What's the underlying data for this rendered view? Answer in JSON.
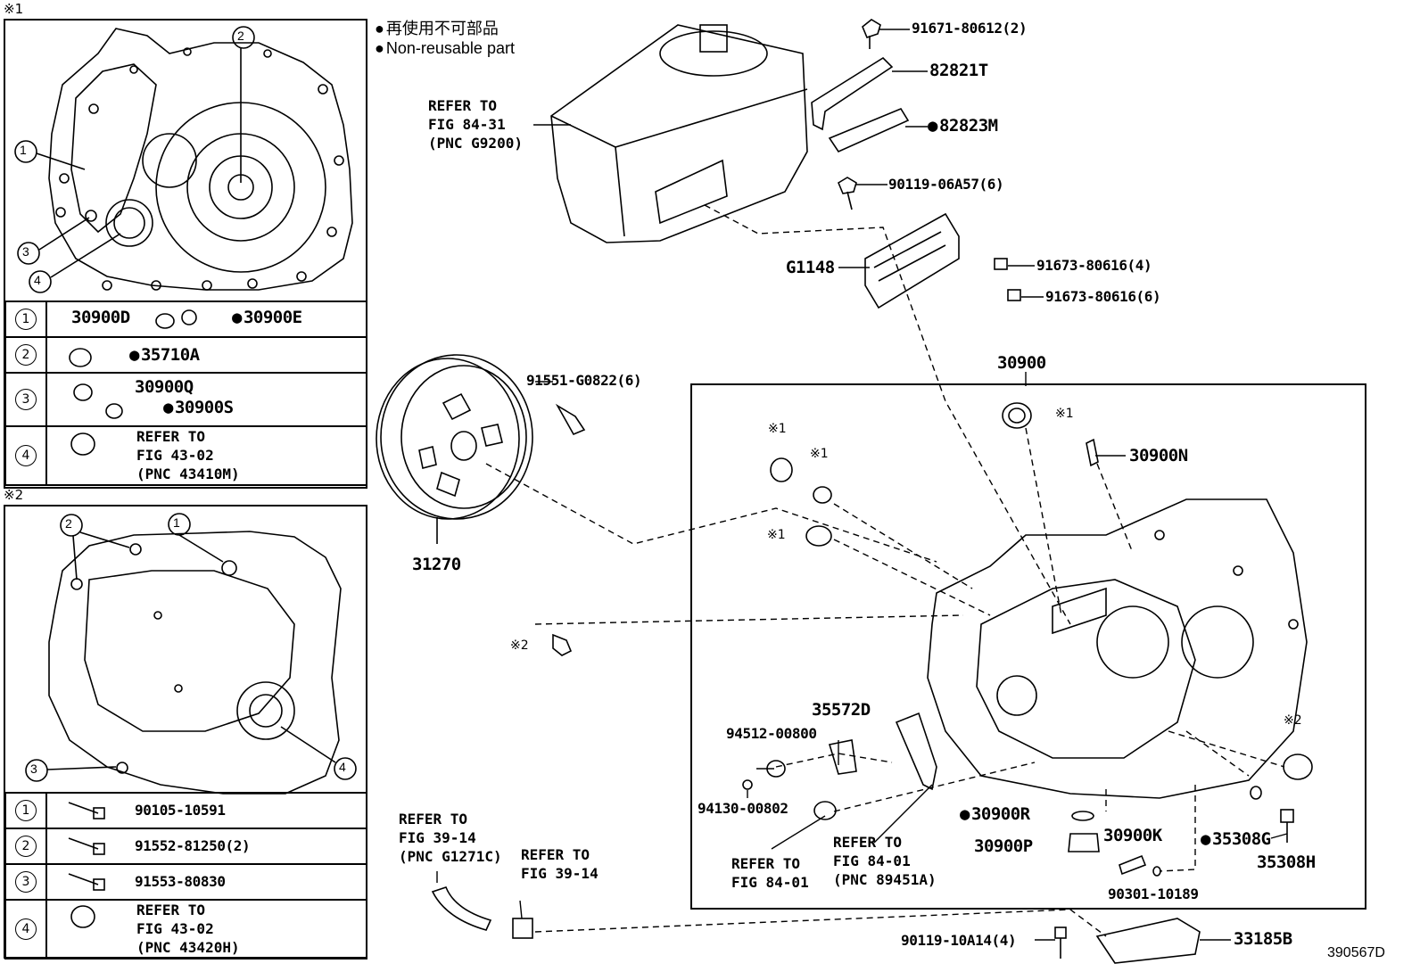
{
  "legend": {
    "jp": "再使用不可部品",
    "en": "Non-reusable part"
  },
  "marks": {
    "m1": "※1",
    "m2": "※2"
  },
  "figure_id": "390567D",
  "panel1": {
    "callouts": [
      "1",
      "2",
      "3",
      "4"
    ],
    "rows": [
      {
        "num": "1",
        "parts": [
          "30900D",
          "30900E"
        ]
      },
      {
        "num": "2",
        "parts": [
          "35710A"
        ]
      },
      {
        "num": "3",
        "parts": [
          "30900Q",
          "30900S"
        ]
      },
      {
        "num": "4",
        "ref": "REFER TO\nFIG 43-02\n(PNC 43410M)"
      }
    ]
  },
  "panel2": {
    "callouts": [
      "1",
      "2",
      "3",
      "4"
    ],
    "rows": [
      {
        "num": "1",
        "part": "90105-10591"
      },
      {
        "num": "2",
        "part": "91552-81250(2)"
      },
      {
        "num": "3",
        "part": "91553-80830"
      },
      {
        "num": "4",
        "ref": "REFER TO\nFIG 43-02\n(PNC 43420H)"
      }
    ]
  },
  "labels": {
    "inverter_ref": "REFER TO\nFIG 84-31\n(PNC G9200)",
    "p91671": "91671-80612(2)",
    "p82821T": "82821T",
    "p82823M": "82823M",
    "p90119a": "90119-06A57(6)",
    "pG1148": "G1148",
    "p91673a": "91673-80616(4)",
    "p91673b": "91673-80616(6)",
    "p30900": "30900",
    "p91551": "91551-G0822(6)",
    "p31270": "31270",
    "p30900N": "30900N",
    "p35572D": "35572D",
    "p94512": "94512-00800",
    "p94130": "94130-00802",
    "ref8401a": "REFER TO\nFIG 84-01",
    "ref8401b": "REFER TO\nFIG 84-01\n(PNC 89451A)",
    "p30900R": "30900R",
    "p30900P": "30900P",
    "p30900K": "30900K",
    "p35308G": "35308G",
    "p35308H": "35308H",
    "p90301": "90301-10189",
    "ref3914a": "REFER TO\nFIG 39-14\n(PNC G1271C)",
    "ref3914b": "REFER TO\nFIG 39-14",
    "p90119b": "90119-10A14(4)",
    "p33185B": "33185B"
  }
}
